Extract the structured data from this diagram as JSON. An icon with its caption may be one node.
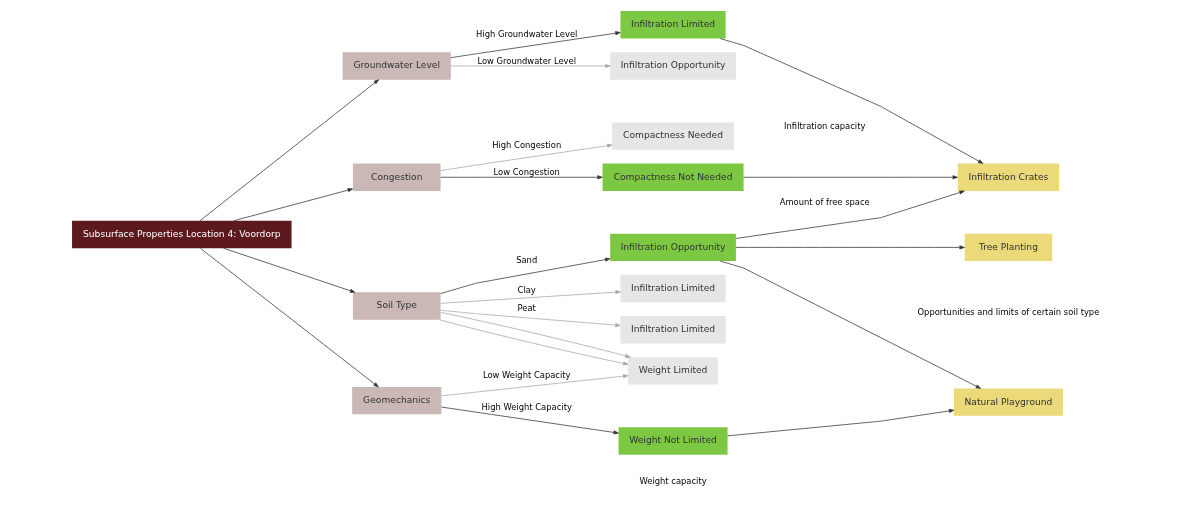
{
  "diagram": {
    "nodes": [
      {
        "text": [
          "Subsurface Properties Location 4: Voordorp"
        ]
      },
      {
        "text": [
          "Groundwater Level"
        ]
      },
      {
        "text": [
          "Congestion"
        ]
      },
      {
        "text": [
          "Soil Type"
        ]
      },
      {
        "text": [
          "Geomechanics"
        ]
      },
      {
        "text": [
          "Infiltration Limited"
        ]
      },
      {
        "text": [
          "Infiltration Opportunity"
        ]
      },
      {
        "text": [
          "Compactness Needed"
        ]
      },
      {
        "text": [
          "Compactness Not Needed"
        ]
      },
      {
        "text": [
          "Infiltration Opportunity"
        ]
      },
      {
        "text": [
          "Infiltration Limited"
        ]
      },
      {
        "text": [
          "Infiltration Limited"
        ]
      },
      {
        "text": [
          "Weight Limited"
        ]
      },
      {
        "text": [
          "Weight Not Limited"
        ]
      },
      {
        "text": [
          "Infiltration Crates"
        ]
      },
      {
        "text": [
          "Tree Planting"
        ]
      },
      {
        "text": [
          "Natural Playground"
        ]
      }
    ],
    "edges": [
      {
        "from": 0,
        "to": 1,
        "arrow": "to"
      },
      {
        "from": 0,
        "to": 2,
        "arrow": "to"
      },
      {
        "from": 0,
        "to": 3,
        "arrow": "to"
      },
      {
        "from": 0,
        "to": 4,
        "arrow": "to"
      },
      {
        "from": 1,
        "to": 5,
        "arrow": "to",
        "label": "High Groundwater Level"
      },
      {
        "from": 1,
        "to": 6,
        "arrow": "to",
        "label": "Low Groundwater Level",
        "color": "#a6a6a6"
      },
      {
        "from": 2,
        "to": 7,
        "arrow": "to",
        "label": "High Congestion",
        "color": "#a6a6a6"
      },
      {
        "from": 2,
        "to": 8,
        "arrow": "to",
        "label": "Low Congestion"
      },
      {
        "from": 3,
        "to": 9,
        "arrow": "to",
        "label": "Sand"
      },
      {
        "from": 3,
        "to": 10,
        "arrow": "to",
        "label": "Clay",
        "color": "#a6a6a6"
      },
      {
        "from": 3,
        "to": 11,
        "arrow": "to",
        "label": "Peat",
        "color": "#a6a6a6"
      },
      {
        "from": 3,
        "to": 12,
        "arrow": "to",
        "color": "#a6a6a6"
      },
      {
        "from": 3,
        "to": 12,
        "arrow": "to",
        "color": "#a6a6a6"
      },
      {
        "from": 4,
        "to": 12,
        "arrow": "to",
        "label": "Low Weight Capacity",
        "color": "#a6a6a6"
      },
      {
        "from": 4,
        "to": 13,
        "arrow": "to",
        "label": "High Weight Capacity"
      },
      {
        "from": 5,
        "to": 14,
        "arrow": "to"
      },
      {
        "from": 8,
        "to": 14,
        "arrow": "to"
      },
      {
        "from": 9,
        "to": 14,
        "arrow": "to"
      },
      {
        "from": 9,
        "to": 15,
        "arrow": "to"
      },
      {
        "from": 9,
        "to": 16,
        "arrow": "to"
      },
      {
        "from": 13,
        "to": 16,
        "arrow": "to"
      }
    ],
    "labels": [
      "Infiltration capacity",
      "Amount of free space",
      "Opportunities and limits of certain soil type",
      "Weight capacity"
    ]
  }
}
